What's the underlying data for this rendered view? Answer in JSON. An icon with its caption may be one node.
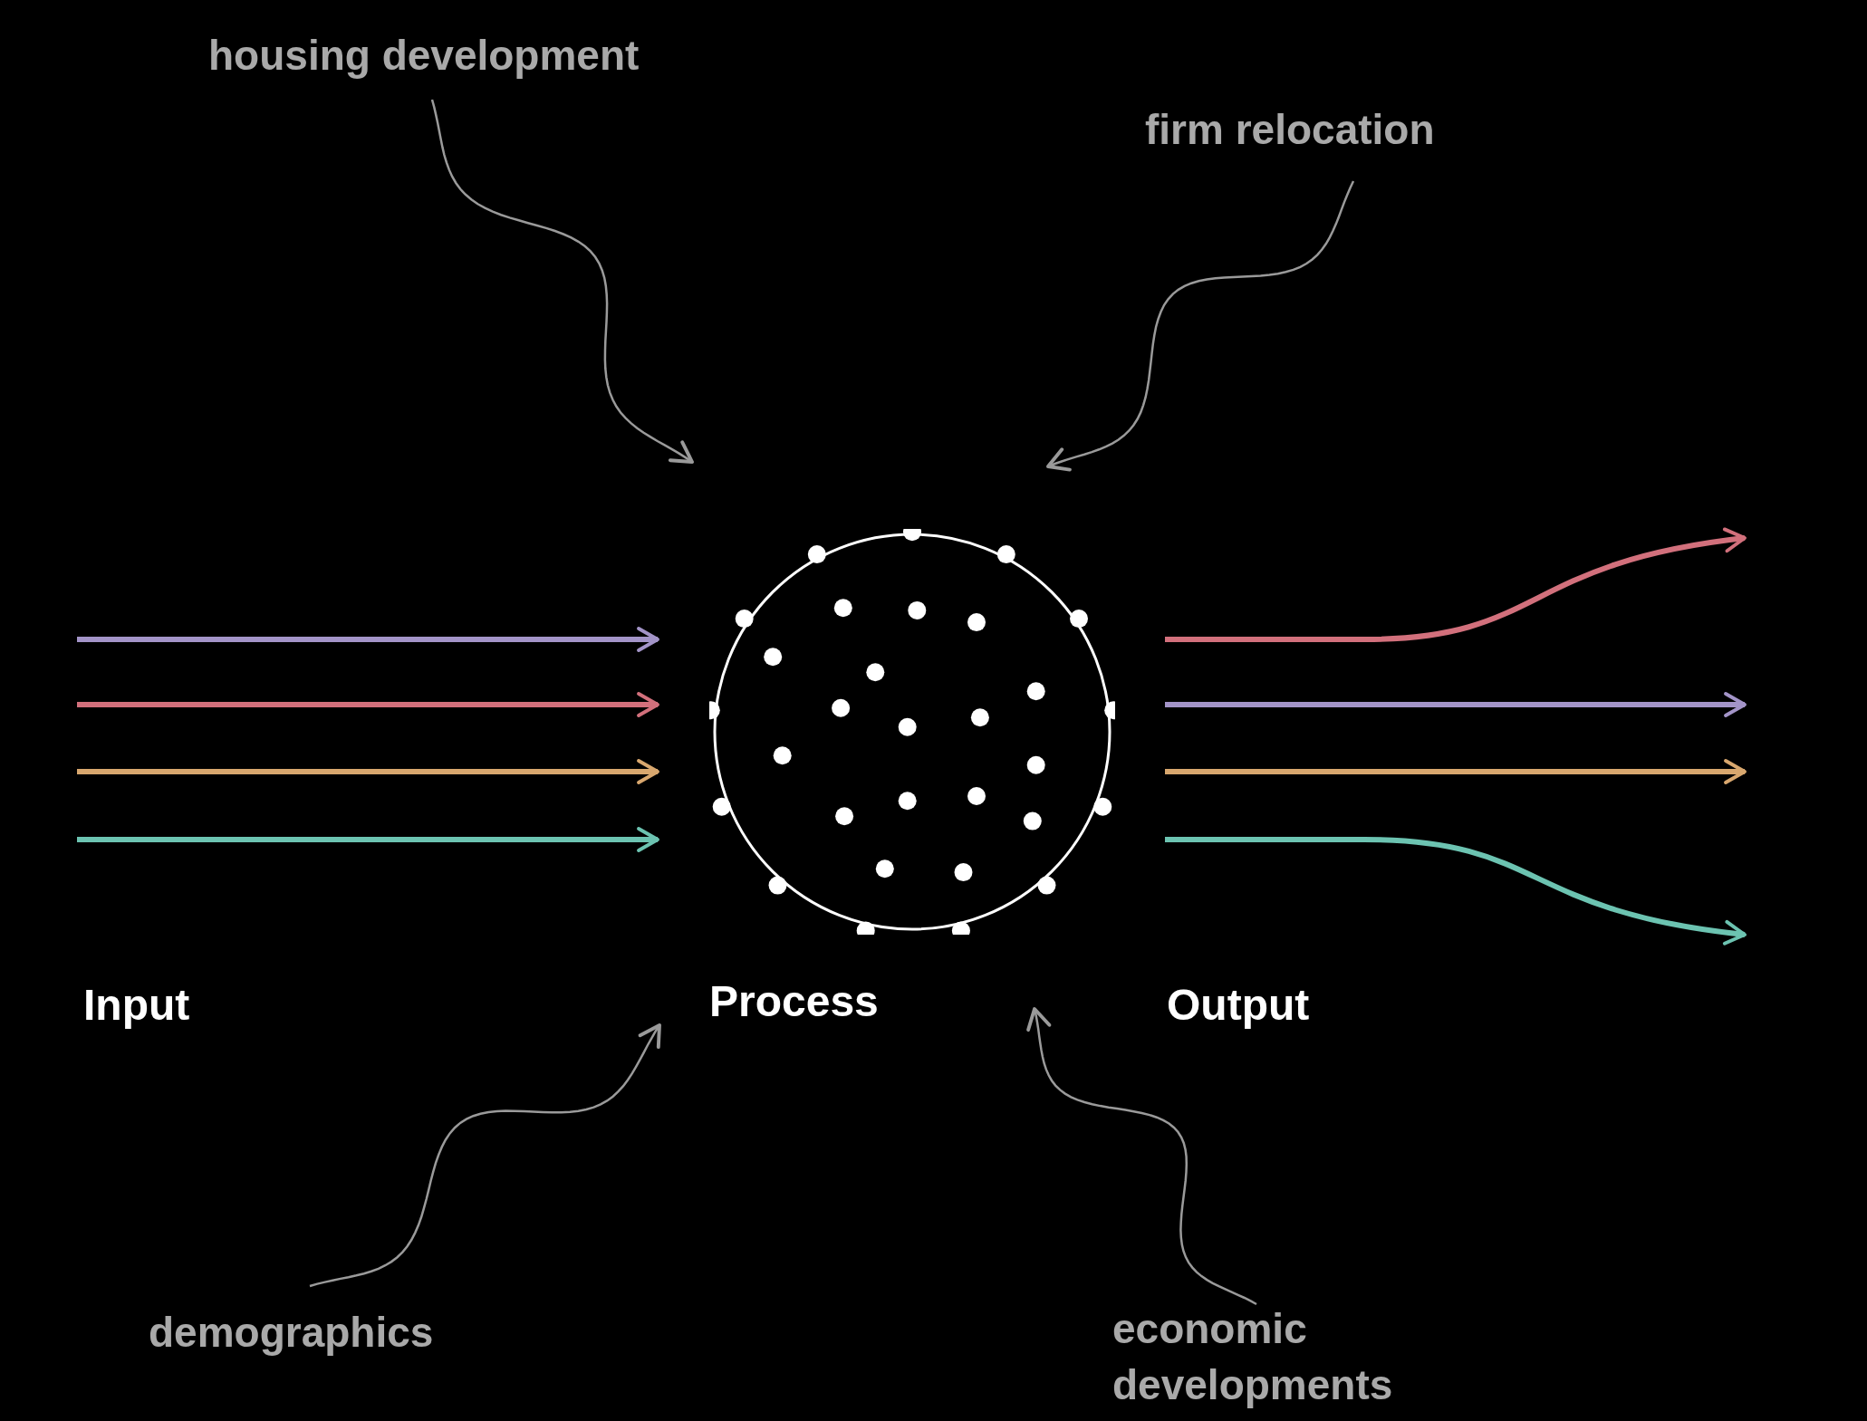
{
  "diagram": {
    "nodes": [
      {
        "text": [
          "housing development"
        ]
      },
      {
        "text": [
          "firm relocation"
        ]
      },
      {
        "text": [
          "Process"
        ]
      },
      {
        "text": [
          "demographics"
        ]
      },
      {
        "text": [
          "economic developments"
        ]
      }
    ],
    "edges": [
      {
        "from": 0,
        "to": 2,
        "arrow": "to",
        "color": "#9a9a9a"
      },
      {
        "from": 1,
        "to": 2,
        "arrow": "to",
        "color": "#9a9a9a"
      },
      {
        "from": 3,
        "to": 2,
        "arrow": "to",
        "color": "#9a9a9a"
      },
      {
        "from": 4,
        "to": 2,
        "arrow": "to",
        "color": "#9a9a9a"
      },
      {
        "from": null,
        "to": 2,
        "arrow": "to",
        "color": "#a394c8"
      },
      {
        "from": null,
        "to": 2,
        "arrow": "to",
        "color": "#d2707c"
      },
      {
        "from": null,
        "to": 2,
        "arrow": "to",
        "color": "#d8a76e"
      },
      {
        "from": null,
        "to": 2,
        "arrow": "to",
        "color": "#6cc3b1"
      },
      {
        "from": 2,
        "to": null,
        "arrow": "to",
        "color": "#d2707c"
      },
      {
        "from": 2,
        "to": null,
        "arrow": "to",
        "color": "#a394c8"
      },
      {
        "from": 2,
        "to": null,
        "arrow": "to",
        "color": "#d8a76e"
      },
      {
        "from": 2,
        "to": null,
        "arrow": "to",
        "color": "#6cc3b1"
      }
    ],
    "labels": [
      "Input",
      "Output"
    ]
  }
}
